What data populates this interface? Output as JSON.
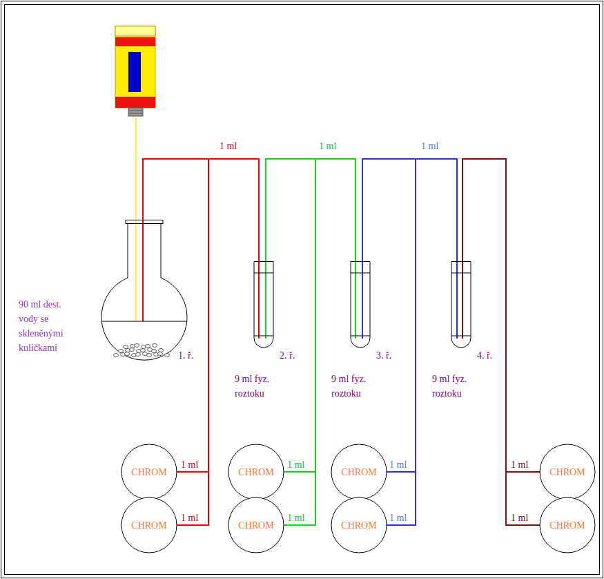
{
  "diagram": {
    "nodes": [
      {
        "text": [
          "90 ml dest. vody se skleněnými kuličkami",
          "1. ř."
        ]
      },
      {
        "text": [
          "2. ř.",
          "9 ml fyz. roztoku"
        ]
      },
      {
        "text": [
          "3. ř.",
          "9 ml fyz. roztoku"
        ]
      },
      {
        "text": [
          "4. ř.",
          "9 ml fyz. roztoku"
        ]
      },
      {
        "text": [
          "CHROM"
        ]
      },
      {
        "text": [
          "CHROM"
        ]
      },
      {
        "text": [
          "CHROM"
        ]
      },
      {
        "text": [
          "CHROM"
        ]
      },
      {
        "text": [
          "CHROM"
        ]
      },
      {
        "text": [
          "CHROM"
        ]
      },
      {
        "text": [
          "CHROM"
        ]
      },
      {
        "text": [
          "CHROM"
        ]
      }
    ],
    "edges": [
      {
        "from": 0,
        "to": 1,
        "label": "1 ml",
        "arrow": "none"
      },
      {
        "from": 0,
        "to": 4,
        "label": "1 ml",
        "arrow": "none"
      },
      {
        "from": 0,
        "to": 8,
        "label": "1 ml",
        "arrow": "none"
      },
      {
        "from": 1,
        "to": 2,
        "label": "1 ml",
        "arrow": "none"
      },
      {
        "from": 1,
        "to": 5,
        "label": "1 ml",
        "arrow": "none"
      },
      {
        "from": 1,
        "to": 9,
        "label": "1 ml",
        "arrow": "none"
      },
      {
        "from": 2,
        "to": 3,
        "label": "1 ml",
        "arrow": "none"
      },
      {
        "from": 2,
        "to": 6,
        "label": "1 ml",
        "arrow": "none"
      },
      {
        "from": 2,
        "to": 10,
        "label": "1 ml",
        "arrow": "none"
      },
      {
        "from": 3,
        "to": 7,
        "label": "1 ml",
        "arrow": "none"
      },
      {
        "from": 3,
        "to": 11,
        "label": "1 ml",
        "arrow": "none"
      }
    ]
  }
}
